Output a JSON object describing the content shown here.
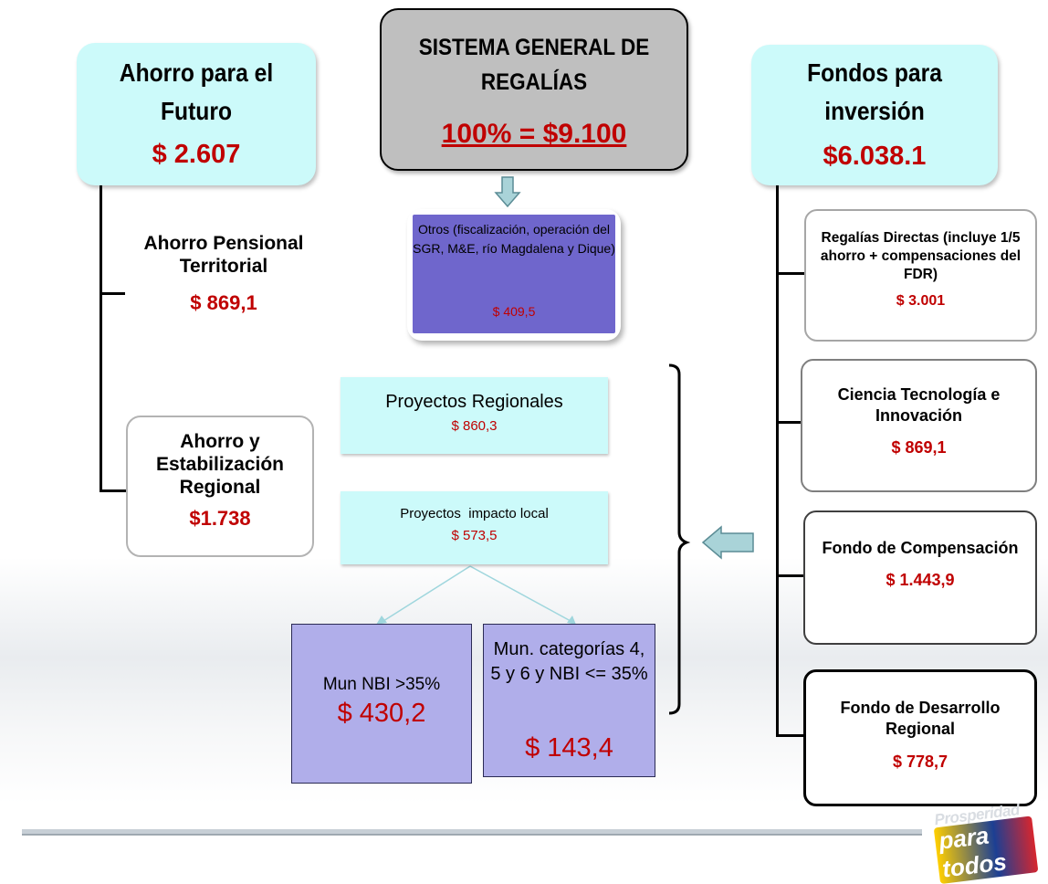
{
  "ahorro_futuro": {
    "title": "Ahorro para el Futuro",
    "value": "$ 2.607"
  },
  "sgr": {
    "title": "SISTEMA GENERAL DE REGALÍAS",
    "value": "100% = $9.100"
  },
  "fondos_inversion": {
    "title": "Fondos para inversión",
    "value": "$6.038.1"
  },
  "otros": {
    "title": "Otros (fiscalización, operación del SGR, M&E, río Magdalena y Dique)",
    "value": "$ 409,5"
  },
  "ahorro_pensional": {
    "title": "Ahorro Pensional Territorial",
    "value": "$ 869,1"
  },
  "ahorro_estabilizacion": {
    "title": "Ahorro y Estabilización Regional",
    "value": "$1.738"
  },
  "proyectos_regionales": {
    "title": "Proyectos Regionales",
    "value": "$ 860,3"
  },
  "proyectos_locales": {
    "title": "Proyectos  impacto local",
    "value": "$ 573,5"
  },
  "mun_nbi": {
    "title": "Mun NBI >35%",
    "value": "$ 430,2"
  },
  "mun_categorias": {
    "title": "Mun. categorías 4, 5 y 6 y NBI <= 35%",
    "value": "$ 143,4"
  },
  "regalias_directas": {
    "title": "Regalías Directas (incluye 1/5 ahorro + compensaciones del FDR)",
    "value": "$ 3.001"
  },
  "ciencia_tecnologia": {
    "title": "Ciencia Tecnología e Innovación",
    "value": "$ 869,1"
  },
  "fondo_compensacion": {
    "title": "Fondo de Compensación",
    "value": "$ 1.443,9"
  },
  "fondo_desarrollo": {
    "title": "Fondo de Desarrollo Regional",
    "value": "$ 778,7"
  },
  "logo": {
    "line1": "Prosperidad",
    "line2": "para todos"
  },
  "colors": {
    "accent_red": "#c00000",
    "cyan_box": "#ccfafa",
    "violet_box": "#6f66cc",
    "lavender_box": "#b0aeea",
    "arrow_fill": "#a9d3d8"
  }
}
